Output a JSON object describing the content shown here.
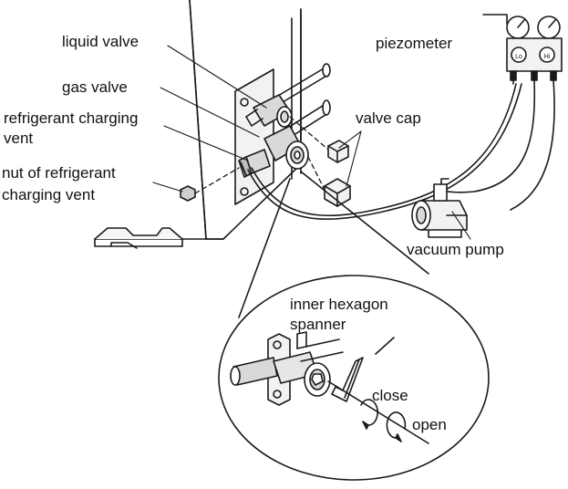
{
  "labels": {
    "liquid_valve": "liquid valve",
    "gas_valve": "gas valve",
    "charging_vent_line1": "refrigerant charging",
    "charging_vent_line2": "vent",
    "nut_line1": "nut of refrigerant",
    "nut_line2": "charging vent",
    "piezometer": "piezometer",
    "valve_cap": "valve cap",
    "vacuum_pump": "vacuum pump",
    "spanner_line1": "inner hexagon",
    "spanner_line2": "spanner",
    "close": "close",
    "open": "open",
    "gauge_left": "Lo",
    "gauge_right": "Hi"
  },
  "colors": {
    "line": "#1a1a1a",
    "fill_light": "#f2f2f2",
    "fill_mid": "#d9d9d9",
    "background": "#ffffff"
  }
}
